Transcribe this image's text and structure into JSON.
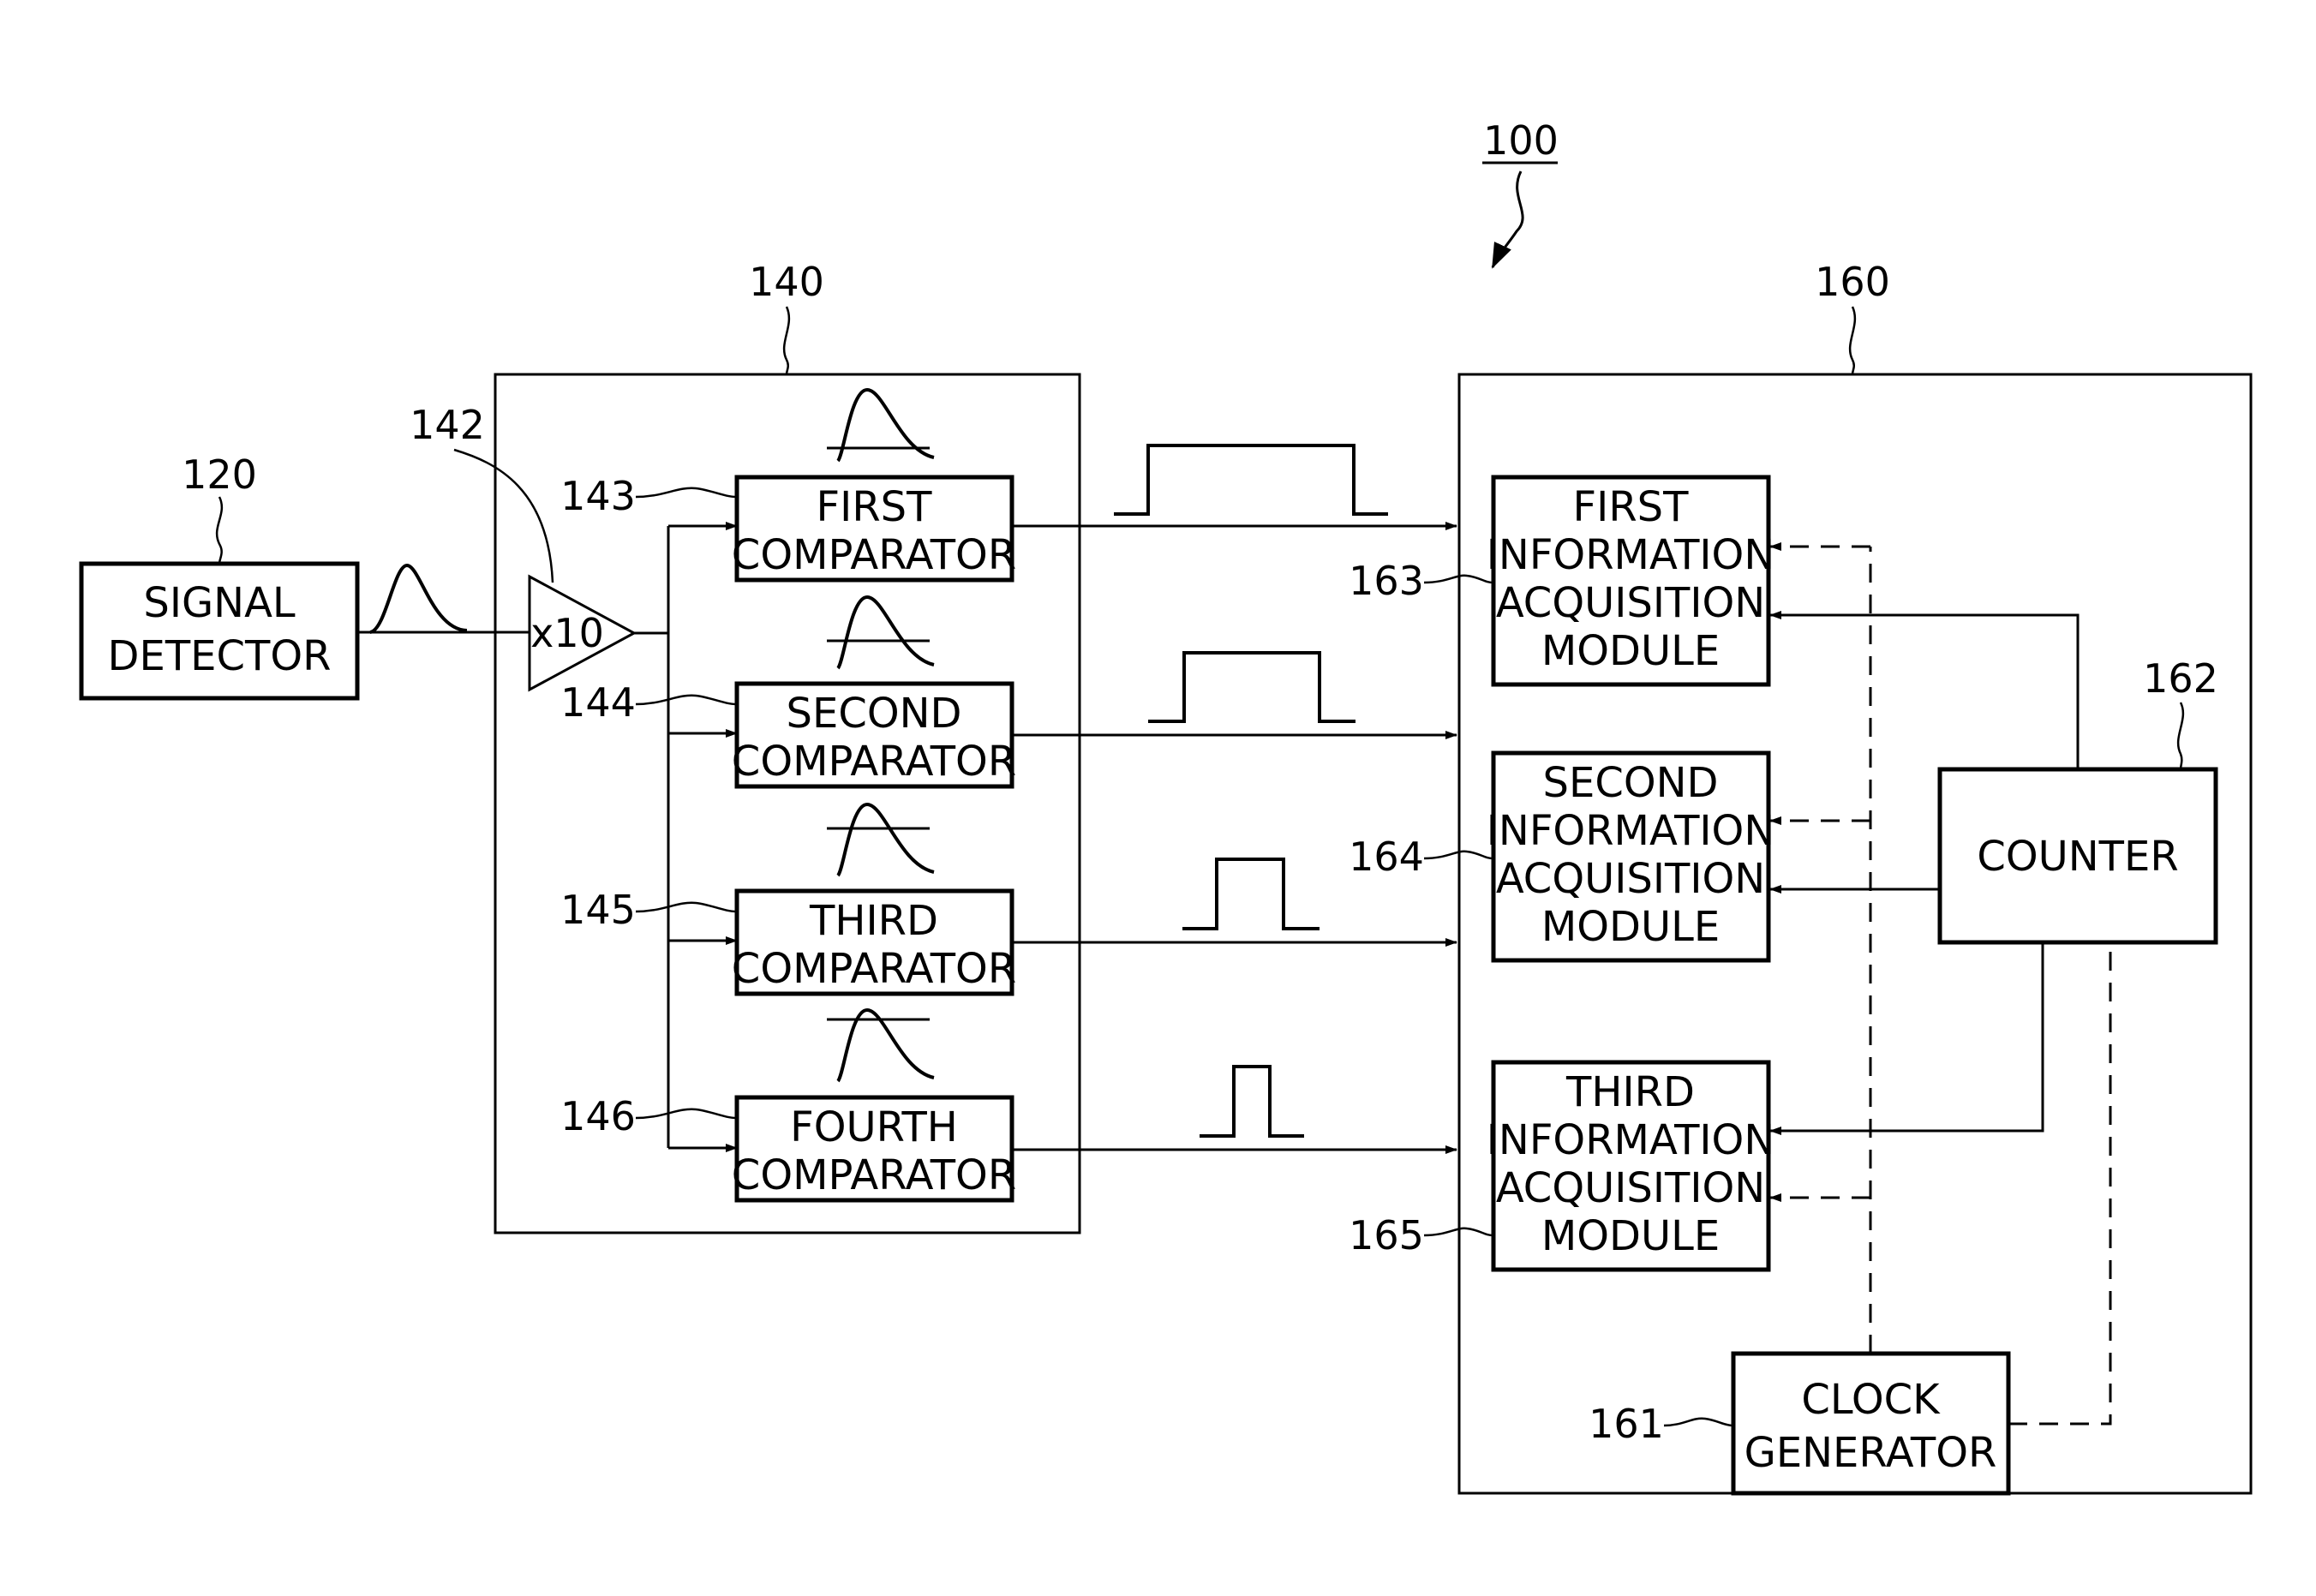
{
  "figure": {
    "system_ref": "100",
    "signal_detector": {
      "ref": "120",
      "label_line1": "SIGNAL",
      "label_line2": "DETECTOR"
    },
    "amplifier": {
      "ref": "142",
      "label": "x10"
    },
    "comparator_block": {
      "ref": "140",
      "comparators": [
        {
          "ref": "143",
          "label_line1": "FIRST",
          "label_line2": "COMPARATOR"
        },
        {
          "ref": "144",
          "label_line1": "SECOND",
          "label_line2": "COMPARATOR"
        },
        {
          "ref": "145",
          "label_line1": "THIRD",
          "label_line2": "COMPARATOR"
        },
        {
          "ref": "146",
          "label_line1": "FOURTH",
          "label_line2": "COMPARATOR"
        }
      ]
    },
    "processing_block": {
      "ref": "160",
      "modules": [
        {
          "ref": "163",
          "line1": "FIRST",
          "line2": "INFORMATION",
          "line3": "ACQUISITION",
          "line4": "MODULE"
        },
        {
          "ref": "164",
          "line1": "SECOND",
          "line2": "INFORMATION",
          "line3": "ACQUISITION",
          "line4": "MODULE"
        },
        {
          "ref": "165",
          "line1": "THIRD",
          "line2": "INFORMATION",
          "line3": "ACQUISITION",
          "line4": "MODULE"
        }
      ],
      "counter": {
        "ref": "162",
        "label": "COUNTER"
      },
      "clock": {
        "ref": "161",
        "label_line1": "CLOCK",
        "label_line2": "GENERATOR"
      }
    }
  }
}
